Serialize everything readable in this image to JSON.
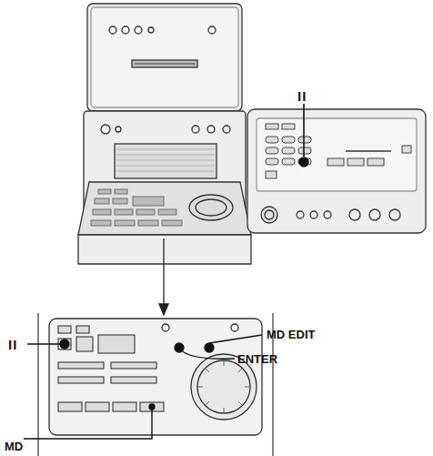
{
  "diagram": {
    "labels": [
      "II",
      "MD EDIT",
      "ENTER",
      "II",
      "MD"
    ]
  }
}
